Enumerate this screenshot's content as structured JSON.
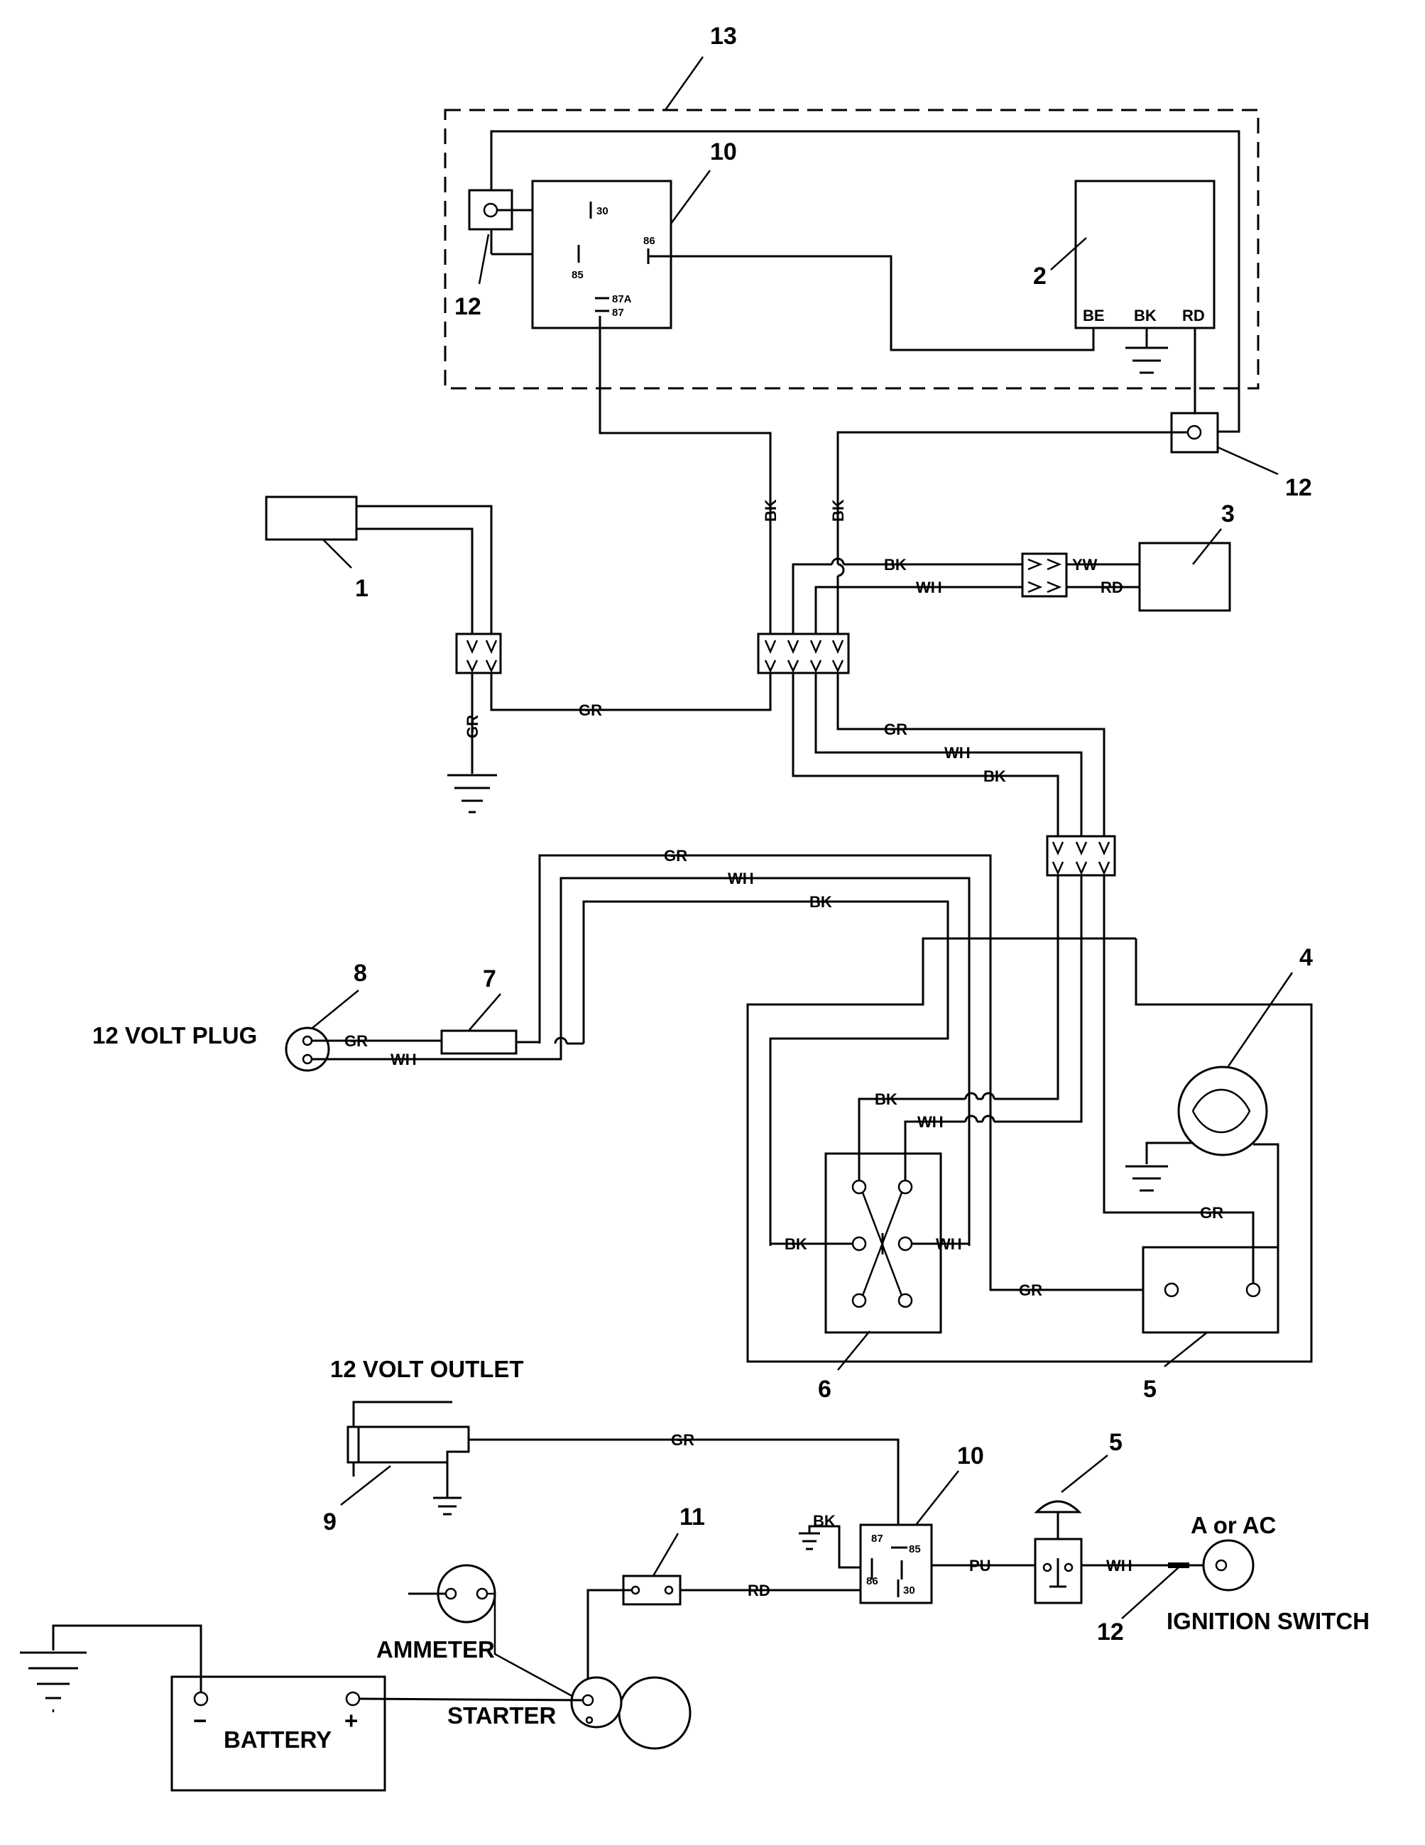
{
  "callouts": {
    "n13": "13",
    "n10_top": "10",
    "n12_top_left": "12",
    "n2": "2",
    "n12_top_right": "12",
    "n1": "1",
    "n3": "3",
    "n4": "4",
    "n8": "8",
    "n7": "7",
    "n6": "6",
    "n5_panel": "5",
    "n9": "9",
    "n10_bottom": "10",
    "n11": "11",
    "n5_bottom": "5",
    "n12_bottom": "12"
  },
  "relay_top": {
    "pin30": "30",
    "pin86": "86",
    "pin85": "85",
    "pin87a": "87A",
    "pin87": "87"
  },
  "module2": {
    "be": "BE",
    "bk": "BK",
    "rd": "RD"
  },
  "wire_labels": {
    "bk_vert_left": "BK",
    "bk_vert_right": "BK",
    "bk_to3": "BK",
    "wh_to3": "WH",
    "yw": "YW",
    "rd3": "RD",
    "gr_vert_ground": "GR",
    "gr_main": "GR",
    "gr_right": "GR",
    "wh_right": "WH",
    "bk_right": "BK",
    "gr_long": "GR",
    "wh_long": "WH",
    "bk_long": "BK",
    "gr_plug": "GR",
    "wh_plug": "WH",
    "bk_switch_top": "BK",
    "wh_switch_top": "WH",
    "bk_switch_left": "BK",
    "wh_switch_right": "WH",
    "gr_to5": "GR",
    "gr_5_right": "GR",
    "gr_outlet": "GR",
    "bk_relay_bottom": "BK",
    "rd_bottom": "RD",
    "pu": "PU",
    "wh_bottom": "WH"
  },
  "relay_bottom": {
    "pin87": "87",
    "pin85": "85",
    "pin86": "86",
    "pin30": "30"
  },
  "text_labels": {
    "volt_plug": "12 VOLT PLUG",
    "volt_outlet": "12 VOLT OUTLET",
    "a_or_ac": "A or AC",
    "ignition_switch": "IGNITION SWITCH",
    "ammeter": "AMMETER",
    "starter": "STARTER",
    "battery": "BATTERY",
    "battery_minus": "−",
    "battery_plus": "+"
  }
}
